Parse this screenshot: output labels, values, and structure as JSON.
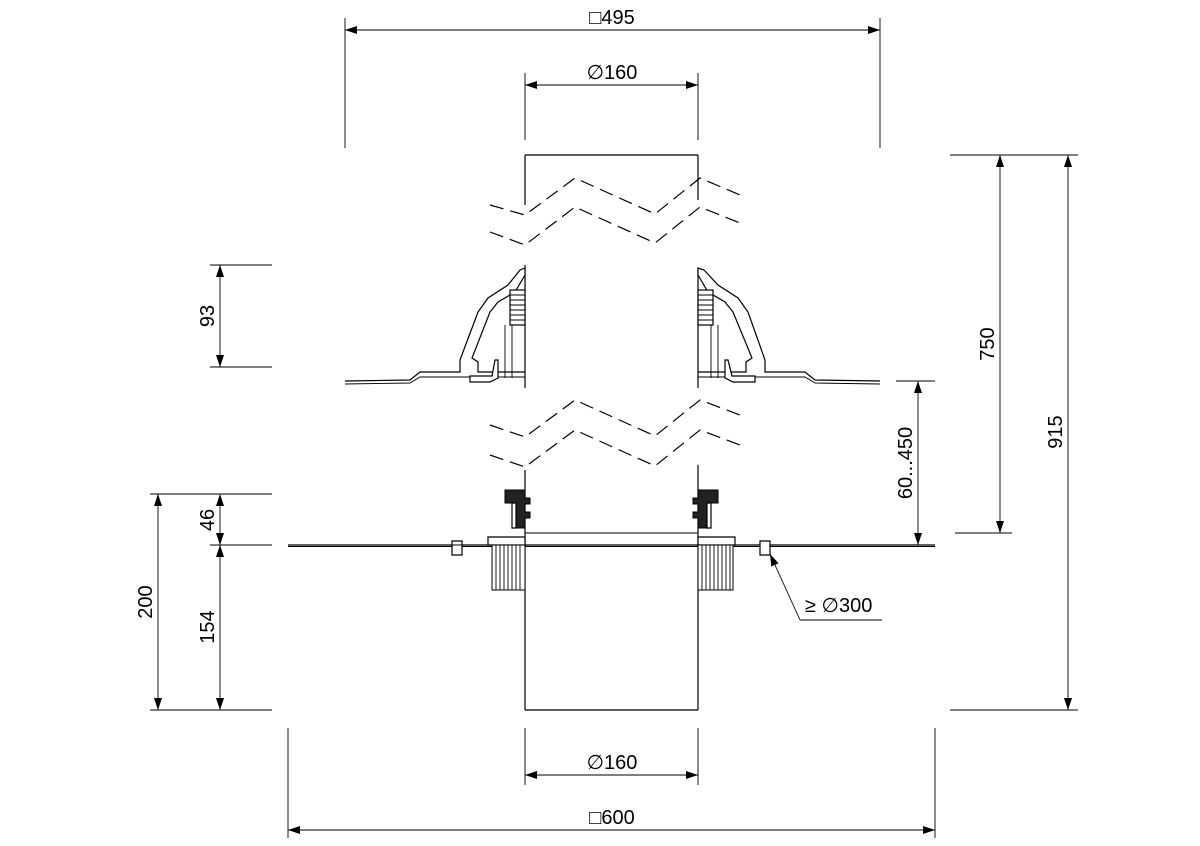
{
  "dimensions": {
    "top_square": "□495",
    "top_diameter": "∅160",
    "bottom_diameter": "∅160",
    "bottom_square": "□600",
    "height_750": "750",
    "height_915": "915",
    "range_60_450": "60...450",
    "height_93": "93",
    "height_46": "46",
    "height_154": "154",
    "height_200": "200",
    "min_hole": "≥ ∅300"
  }
}
